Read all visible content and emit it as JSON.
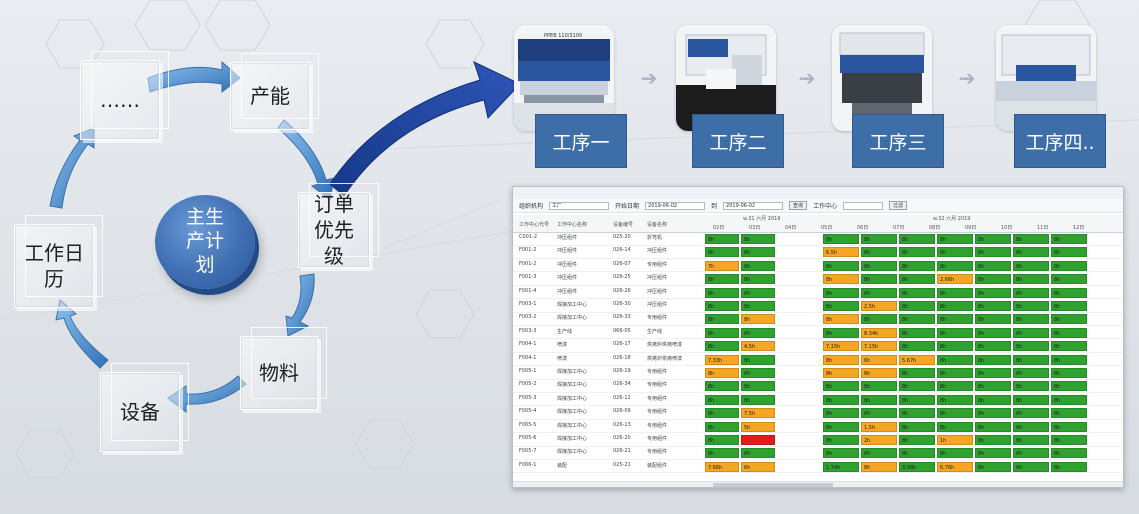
{
  "cycle": {
    "center": "主生产计划",
    "nodes": {
      "ellipsis": "……",
      "capacity": "产能",
      "order_priority": "订单优先级",
      "material": "物料",
      "equipment": "设备",
      "calendar": "工作日历"
    }
  },
  "processes": [
    {
      "label": "工序一",
      "model": "PPEB 110/3100"
    },
    {
      "label": "工序二",
      "model": ""
    },
    {
      "label": "工序三",
      "model": ""
    },
    {
      "label": "工序四..",
      "model": ""
    }
  ],
  "gantt": {
    "toolbar": {
      "org_label": "组织机构",
      "org_value": "工厂",
      "start_label": "开始日期",
      "start_value": "2019-06-02",
      "end_label": "到",
      "end_value": "2019-06-02",
      "query_label": "查询",
      "workcenter_label": "工作中心",
      "search_label": "过滤"
    },
    "week_groups": [
      "w.31 六月 2019",
      "w.32 六月 2019"
    ],
    "columns": [
      "工作中心代号",
      "工作中心名称",
      "设备编号",
      "设备名称"
    ],
    "day_labels": [
      "02日",
      "03日",
      "04日",
      "05日",
      "06日",
      "07日",
      "08日",
      "09日",
      "10日",
      "11日",
      "12日"
    ],
    "colors": {
      "green": "#2fa12f",
      "orange": "#f5a623",
      "red": "#e21b1b"
    },
    "rows": [
      {
        "code": "C001-2",
        "name": "冲压组件",
        "dev": "025-20",
        "devname": "折弯机",
        "bars": [
          "g:8h",
          "g:8h",
          "",
          "g:8h",
          "g:8h",
          "g:8h",
          "g:8h",
          "g:8h",
          "g:8h",
          "g:8h"
        ]
      },
      {
        "code": "F001-2",
        "name": "冲压组件",
        "dev": "026-14",
        "devname": "冲压组件",
        "bars": [
          "g:8h",
          "g:8h",
          "",
          "o:6.5h",
          "g:8h",
          "g:8h",
          "g:8h",
          "g:8h",
          "g:8h",
          "g:8h"
        ]
      },
      {
        "code": "F001-2",
        "name": "冲压组件",
        "dev": "026-07",
        "devname": "专用组件",
        "bars": [
          "o:7h",
          "g:8h",
          "",
          "g:8h",
          "g:8h",
          "g:8h",
          "g:8h",
          "g:8h",
          "g:8h",
          "g:8h"
        ]
      },
      {
        "code": "F001-3",
        "name": "冲压组件",
        "dev": "026-25",
        "devname": "冲压组件",
        "bars": [
          "g:8h",
          "g:8h",
          "",
          "o:8h",
          "g:8h",
          "g:8h",
          "o:2.66h",
          "g:8h",
          "g:8h",
          "g:8h"
        ]
      },
      {
        "code": "F001-4",
        "name": "冲压组件",
        "dev": "026-26",
        "devname": "冲压组件",
        "bars": [
          "g:8h",
          "g:8h",
          "",
          "g:8h",
          "g:8h",
          "g:8h",
          "g:8h",
          "g:8h",
          "g:8h",
          "g:8h"
        ]
      },
      {
        "code": "F003-1",
        "name": "焊接加工中心",
        "dev": "026-30",
        "devname": "冲压组件",
        "bars": [
          "g:8h",
          "g:8h",
          "",
          "g:8h",
          "o:2.5h",
          "g:8h",
          "g:8h",
          "g:8h",
          "g:8h",
          "g:8h"
        ]
      },
      {
        "code": "F003-2",
        "name": "焊接加工中心",
        "dev": "026-33",
        "devname": "专用组件",
        "bars": [
          "g:8h",
          "o:8h",
          "",
          "o:8h",
          "g:8h",
          "g:8h",
          "g:8h",
          "g:8h",
          "g:8h",
          "g:8h"
        ]
      },
      {
        "code": "F003-3",
        "name": "生产线",
        "dev": "066-05",
        "devname": "生产线",
        "bars": [
          "g:8h",
          "g:8h",
          "",
          "g:8h",
          "o:8.34h",
          "g:8h",
          "g:8h",
          "g:8h",
          "g:8h",
          "g:8h"
        ]
      },
      {
        "code": "F004-1",
        "name": "喷漆",
        "dev": "026-17",
        "devname": "烘烤炉烘烤喷漆",
        "bars": [
          "g:8h",
          "o:4.5h",
          "",
          "o:7.15h",
          "o:7.15h",
          "g:8h",
          "g:8h",
          "g:8h",
          "g:8h",
          "g:8h"
        ]
      },
      {
        "code": "F004-1",
        "name": "喷漆",
        "dev": "026-18",
        "devname": "烘烤炉烘烤喷漆",
        "bars": [
          "o:7.33h",
          "g:8h",
          "",
          "o:8h",
          "o:6h",
          "o:5.67h",
          "g:8h",
          "g:8h",
          "g:8h",
          "g:8h"
        ]
      },
      {
        "code": "F005-1",
        "name": "焊接加工中心",
        "dev": "026-19",
        "devname": "专用组件",
        "bars": [
          "o:8h",
          "g:8h",
          "",
          "o:8h",
          "o:8h",
          "g:8h",
          "g:8h",
          "g:8h",
          "g:8h",
          "g:8h"
        ]
      },
      {
        "code": "F005-2",
        "name": "焊接加工中心",
        "dev": "026-34",
        "devname": "专用组件",
        "bars": [
          "g:8h",
          "g:8h",
          "",
          "g:8h",
          "g:8h",
          "g:8h",
          "g:8h",
          "g:8h",
          "g:8h",
          "g:8h"
        ]
      },
      {
        "code": "F005-3",
        "name": "焊接加工中心",
        "dev": "026-12",
        "devname": "专用组件",
        "bars": [
          "g:8h",
          "g:8h",
          "",
          "g:8h",
          "g:8h",
          "g:8h",
          "g:8h",
          "g:8h",
          "g:8h",
          "g:8h"
        ]
      },
      {
        "code": "F005-4",
        "name": "焊接加工中心",
        "dev": "026-09",
        "devname": "专用组件",
        "bars": [
          "g:8h",
          "o:7.5h",
          "",
          "g:8h",
          "g:8h",
          "g:8h",
          "g:8h",
          "g:8h",
          "g:8h",
          "g:8h"
        ]
      },
      {
        "code": "F005-5",
        "name": "焊接加工中心",
        "dev": "026-13",
        "devname": "专用组件",
        "bars": [
          "g:8h",
          "o:5h",
          "",
          "g:8h",
          "o:1.5h",
          "g:8h",
          "g:8h",
          "g:8h",
          "g:8h",
          "g:8h"
        ]
      },
      {
        "code": "F005-6",
        "name": "焊接加工中心",
        "dev": "026-20",
        "devname": "专用组件",
        "bars": [
          "g:8h",
          "r:",
          "",
          "g:8h",
          "o:2h",
          "g:8h",
          "o:1h",
          "g:8h",
          "g:8h",
          "g:8h"
        ]
      },
      {
        "code": "F005-7",
        "name": "焊接加工中心",
        "dev": "026-21",
        "devname": "专用组件",
        "bars": [
          "g:8h",
          "g:8h",
          "",
          "g:8h",
          "g:8h",
          "g:8h",
          "g:8h",
          "g:8h",
          "g:8h",
          "g:8h"
        ]
      },
      {
        "code": "F006-1",
        "name": "装配",
        "dev": "025-21",
        "devname": "装配组件",
        "bars": [
          "o:7.66h",
          "o:6h",
          "",
          "g:1.74h",
          "o:8h",
          "g:3.98h",
          "o:6.76h",
          "g:8h",
          "g:8h",
          "g:8h"
        ]
      }
    ]
  }
}
